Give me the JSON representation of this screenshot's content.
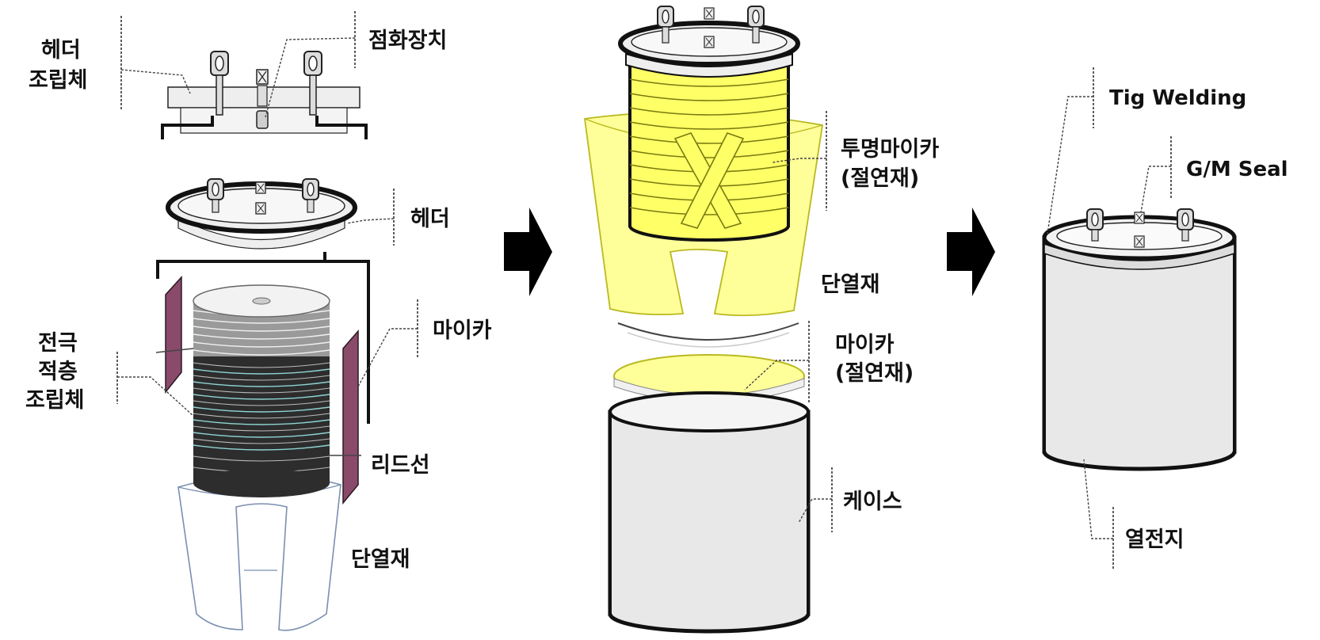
{
  "labels": {
    "header_assembly_1": "헤더",
    "header_assembly_2": "조립체",
    "igniter": "점화장치",
    "header": "헤더",
    "mica": "마이카",
    "stack_1": "전극",
    "stack_2": "적층",
    "stack_3": "조립체",
    "lead_wire": "리드선",
    "insulator_left": "단열재",
    "clear_mica_1": "투명마이카",
    "clear_mica_2": "(절연재)",
    "insulator_mid": "단열재",
    "mica_ins_1": "마이카",
    "mica_ins_2": "(절연재)",
    "case": "케이스",
    "tig_welding": "Tig Welding",
    "gm_seal": "G/M Seal",
    "thermal_battery": "열전지"
  },
  "colors": {
    "mica_yellow": "#ffff99",
    "mica_outline": "#b9b920",
    "purple_plate": "#8a4a6a",
    "metal_gray": "#e8e8e8",
    "stack_dark": "#3a3a3a",
    "stack_teal": "#8fd3d3",
    "insulator_outline": "#7a8fb0",
    "arrow": "#000000"
  }
}
